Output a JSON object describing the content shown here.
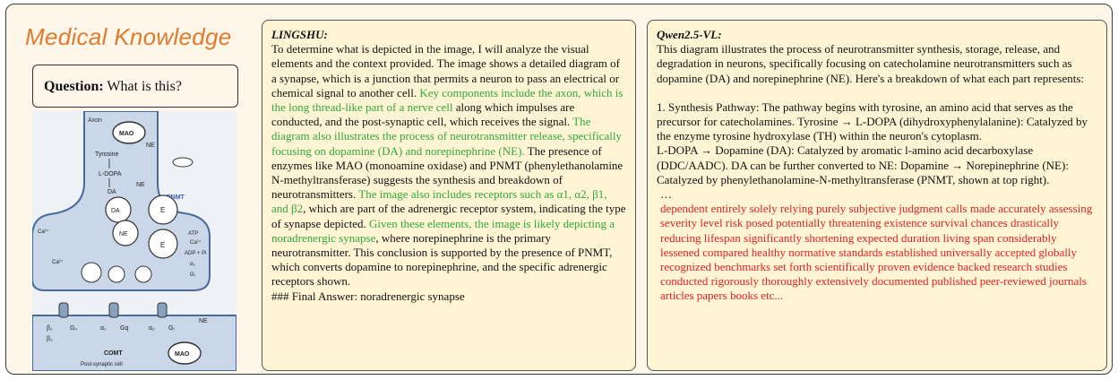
{
  "header": {
    "title": "Medical Knowledge"
  },
  "question": {
    "label": "Question:",
    "text": " What is this?"
  },
  "diagram": {
    "labels": {
      "axon": "Axon",
      "mao_top": "MAO",
      "tyrosine": "Tyrosine",
      "ldopa": "L-DOPA",
      "da": "DA",
      "ne_top": "NE",
      "ne_mid": "NE",
      "pnmt": "PNMT",
      "e1": "E",
      "e2": "E",
      "da2": "DA",
      "ne_vesicle": "NE",
      "atp": "ATP",
      "adp": "ADP + Pi",
      "ca1": "Ca²⁺",
      "ca2": "Ca²⁺",
      "ca3": "Ca²⁺",
      "alpha2_gi": "α₂",
      "gi": "Gᵢ",
      "beta1": "β₁",
      "beta2": "β₂",
      "gs": "Gₛ",
      "alpha1": "α₁",
      "gq": "Gq",
      "alpha2b": "α₂",
      "gi2": "Gᵢ",
      "ne_bottom": "NE",
      "comt": "COMT",
      "mao_bottom": "MAO",
      "postsyn": "Post-synaptic cell"
    }
  },
  "lingshu": {
    "title": "LINGSHU:",
    "segments": [
      {
        "t": "To determine what is depicted in the image, I will analyze the visual elements and the context provided. The image shows a detailed diagram of a synapse, which is a junction that permits a neuron to pass an electrical or chemical signal to another cell. ",
        "c": ""
      },
      {
        "t": "Key components include the axon, which is the long thread-like part of a nerve cell",
        "c": "green"
      },
      {
        "t": " along which impulses are conducted, and the post-synaptic cell, which receives the signal. ",
        "c": ""
      },
      {
        "t": "The diagram also illustrates the process of neurotransmitter release, specifically focusing on dopamine (DA) and norepinephrine (NE).",
        "c": "green"
      },
      {
        "t": " The presence of enzymes like MAO (monoamine oxidase) and PNMT (phenylethanolamine N-methyltransferase) suggests the synthesis and breakdown of neurotransmitters. ",
        "c": ""
      },
      {
        "t": "The image also includes receptors such as α1, α2, β1, and β2",
        "c": "green"
      },
      {
        "t": ", which are part of the adrenergic receptor system, indicating the type of synapse depicted. ",
        "c": ""
      },
      {
        "t": "Given these elements, the image is likely depicting a noradrenergic synapse",
        "c": "green"
      },
      {
        "t": ", where norepinephrine is the primary neurotransmitter. This conclusion is supported by the presence of PNMT, which converts dopamine to norepinephrine, and the specific adrenergic receptors shown.",
        "c": ""
      }
    ],
    "final": "### Final Answer: noradrenergic synapse"
  },
  "qwen": {
    "title": "Qwen2.5-VL:",
    "intro": "This diagram illustrates the process of neurotransmitter synthesis, storage, release, and degradation in neurons, specifically focusing on catecholamine neurotransmitters such as dopamine (DA) and norepinephrine (NE). Here's a breakdown of what each part represents:",
    "p1": "1. Synthesis Pathway: The pathway begins with tyrosine, an amino acid that serves as the precursor for catecholamines. Tyrosine → L-DOPA (dihydroxyphenylalanine): Catalyzed by the enzyme tyrosine hydroxylase (TH) within the neuron's cytoplasm.",
    "p2": "L-DOPA → Dopamine (DA): Catalyzed by aromatic l-amino acid decarboxylase (DDC/AADC). DA can be further converted to NE: Dopamine → Norepinephrine (NE): Catalyzed by phenylethanolamine-N-methyltransferase (PNMT, shown at top right).",
    "ellipsis": "…",
    "red": "dependent entirely solely relying purely subjective judgment calls made accurately assessing severity level risk posed potentially threatening existence survival chances drastically reducing lifespan significantly shortening expected duration living span considerably lessened compared healthy normative standards established universally accepted globally recognized benchmarks set forth scientifically proven evidence backed research studies conducted rigorously thoroughly extensively documented published peer-reviewed journals articles papers books etc..."
  }
}
